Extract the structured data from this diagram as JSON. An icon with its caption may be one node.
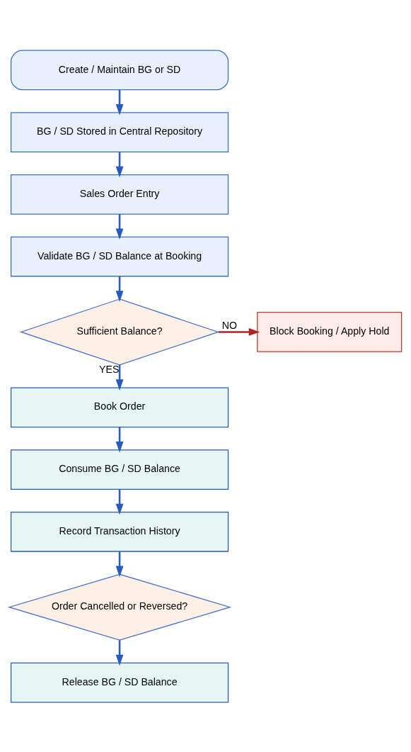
{
  "diagram": {
    "nodes": [
      {
        "text": [
          "Create / Maintain BG or SD"
        ]
      },
      {
        "text": [
          "BG / SD Stored in Central Repository"
        ]
      },
      {
        "text": [
          "Sales Order Entry"
        ]
      },
      {
        "text": [
          "Validate BG / SD Balance at Booking"
        ]
      },
      {
        "text": [
          "Sufficient Balance?"
        ]
      },
      {
        "text": [
          "Block Booking / Apply Hold"
        ]
      },
      {
        "text": [
          "Book Order"
        ]
      },
      {
        "text": [
          "Consume BG / SD Balance"
        ]
      },
      {
        "text": [
          "Record Transaction History"
        ]
      },
      {
        "text": [
          "Order Cancelled or Reversed?"
        ]
      },
      {
        "text": [
          "Release BG / SD Balance"
        ]
      }
    ],
    "edges": [
      {
        "from": 0,
        "to": 1,
        "arrow": "to"
      },
      {
        "from": 1,
        "to": 2,
        "arrow": "to"
      },
      {
        "from": 2,
        "to": 3,
        "arrow": "to"
      },
      {
        "from": 3,
        "to": 4,
        "arrow": "to"
      },
      {
        "from": 4,
        "to": 5,
        "arrow": "to",
        "label": "NO",
        "color": "#b22222"
      },
      {
        "from": 4,
        "to": 6,
        "arrow": "to",
        "label": "YES"
      },
      {
        "from": 6,
        "to": 7,
        "arrow": "to"
      },
      {
        "from": 7,
        "to": 8,
        "arrow": "to"
      },
      {
        "from": 8,
        "to": 9,
        "arrow": "to"
      },
      {
        "from": 9,
        "to": 10,
        "arrow": "to"
      }
    ]
  }
}
